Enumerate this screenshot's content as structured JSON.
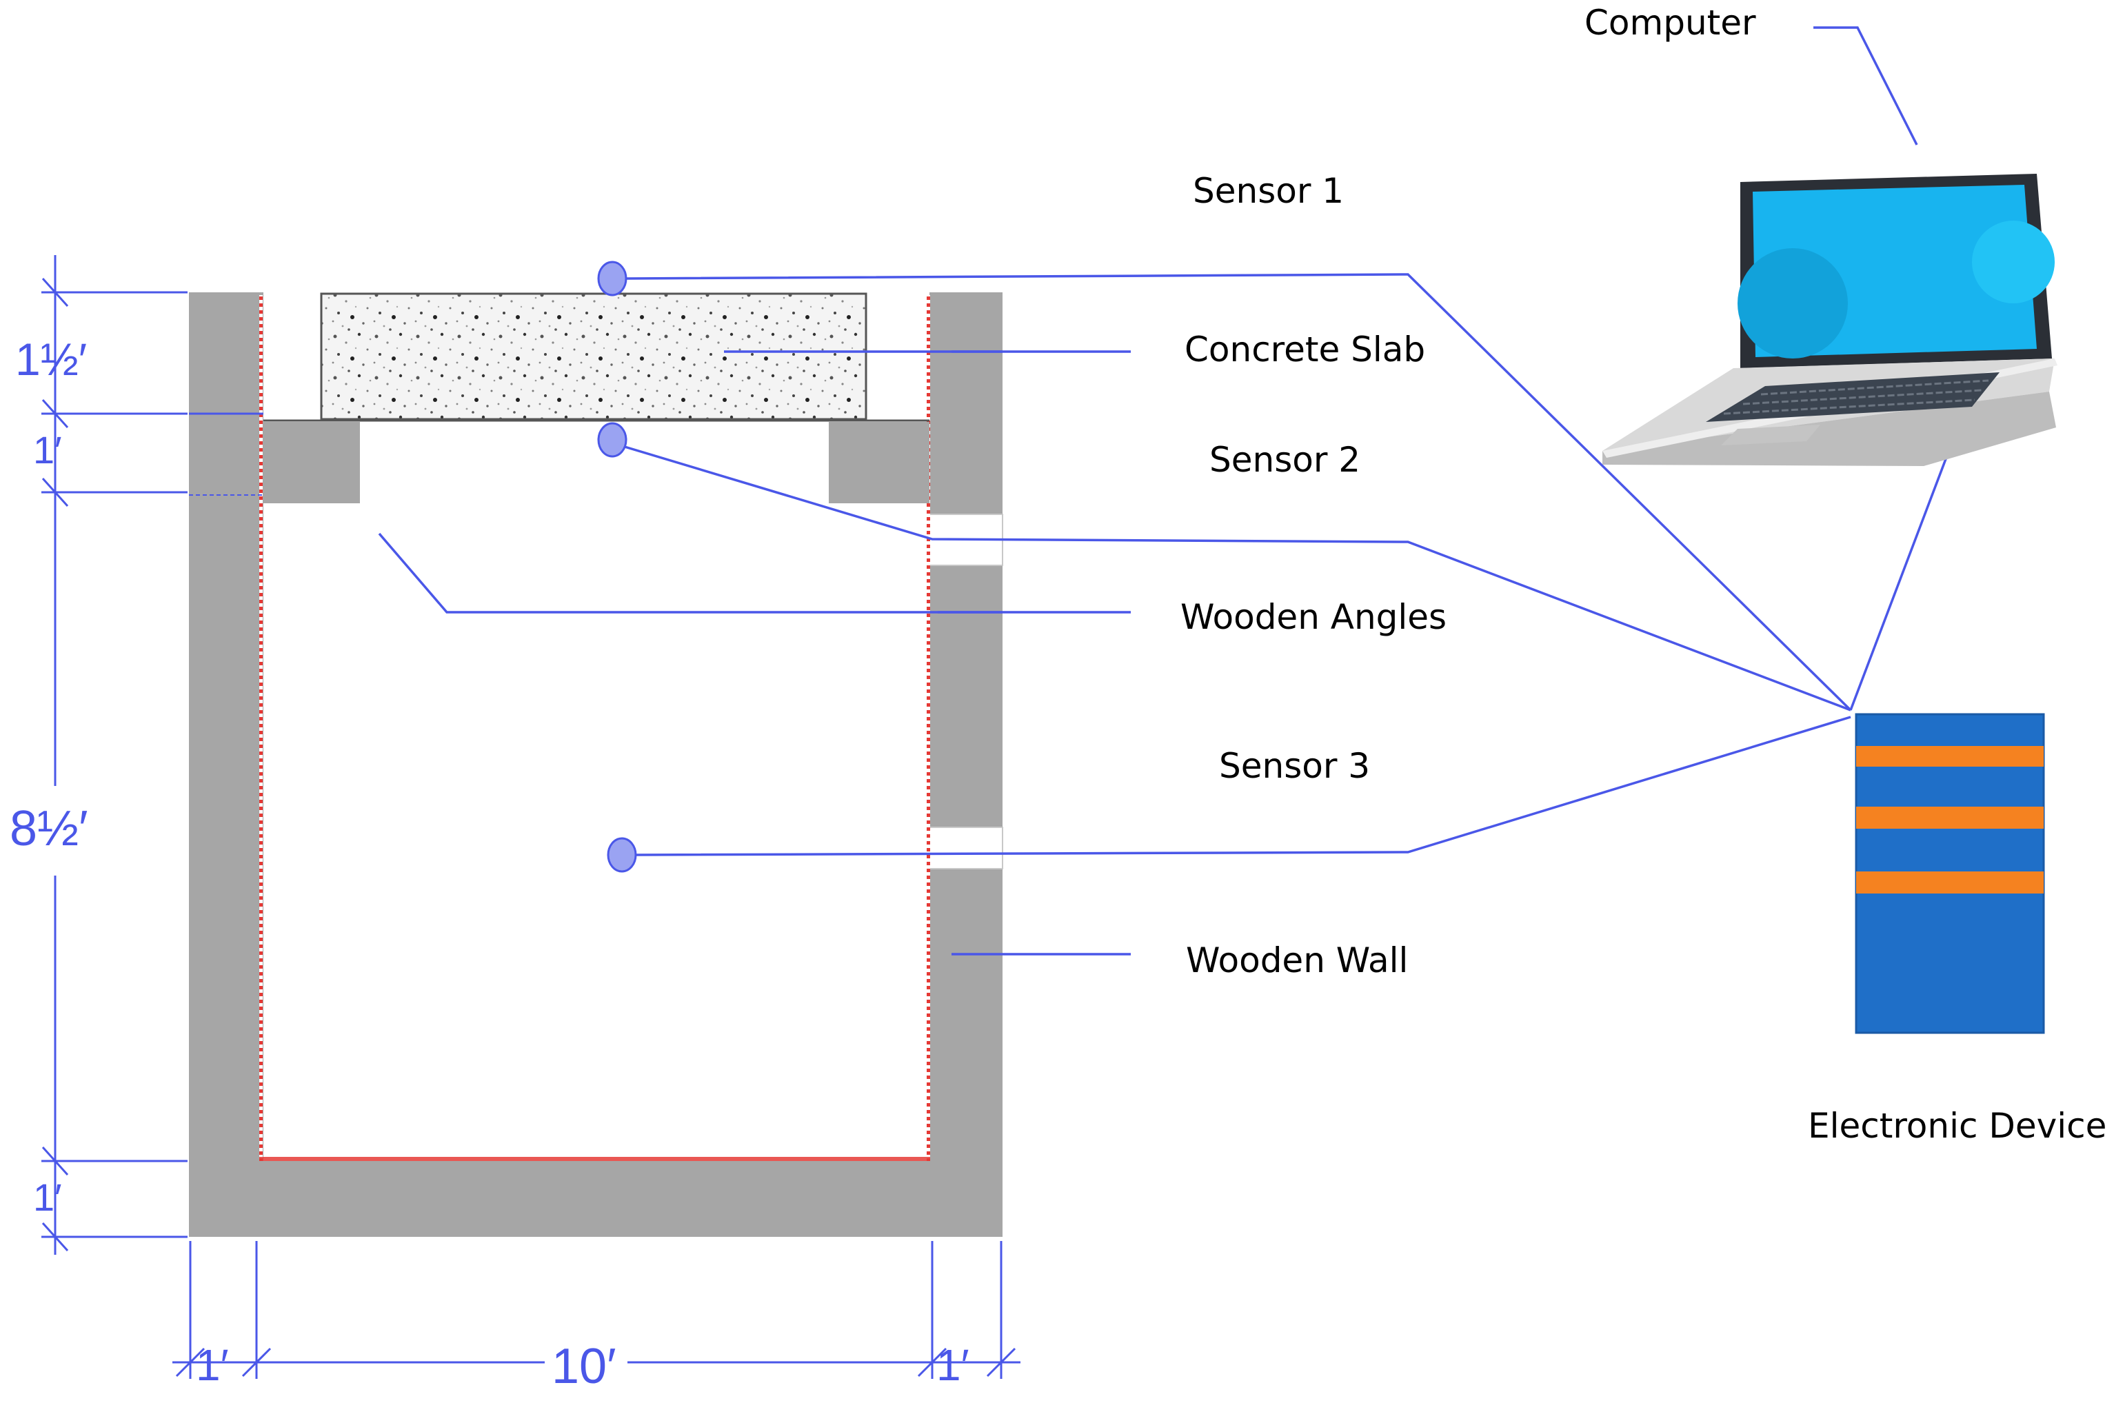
{
  "labels": {
    "computer": "Computer",
    "sensor1": "Sensor 1",
    "concrete_slab": "Concrete Slab",
    "sensor2": "Sensor 2",
    "wooden_angles": "Wooden Angles",
    "sensor3": "Sensor 3",
    "wooden_wall": "Wooden Wall",
    "electronic_device": "Electronic Device"
  },
  "dimensions": {
    "slab_thickness": "1½′",
    "angle_height": "1′",
    "inner_height": "8½′",
    "base_thickness": "1′",
    "left_wall_width": "1′",
    "inner_width": "10′",
    "right_wall_width": "1′"
  },
  "colors": {
    "leader_line": "#4a57e8",
    "dimension": "#4a57e8",
    "wall_fill": "#a6a6a6",
    "lining_red": "#e53935",
    "device_body": "#1f6fc8",
    "device_stripe": "#f58220",
    "screen": "#18b4ef"
  }
}
